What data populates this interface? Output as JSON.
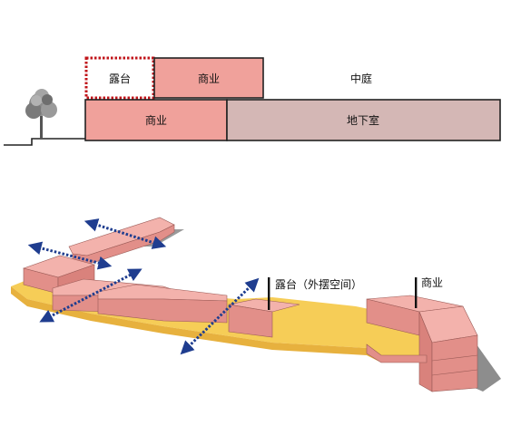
{
  "section": {
    "terrace": "露台",
    "commercial_upper": "商业",
    "courtyard": "中庭",
    "commercial_lower": "商业",
    "basement": "地下室"
  },
  "axon": {
    "terrace_callout": "露台（外摆空间）",
    "commercial_callout": "商业"
  },
  "colors": {
    "pink": "#f0a19b",
    "basement": "#d4b7b5",
    "yellow": "#f6cd57",
    "arrow": "#1f3d8f",
    "terrace_border": "#c0141a",
    "shadow": "#8d8d8d"
  }
}
